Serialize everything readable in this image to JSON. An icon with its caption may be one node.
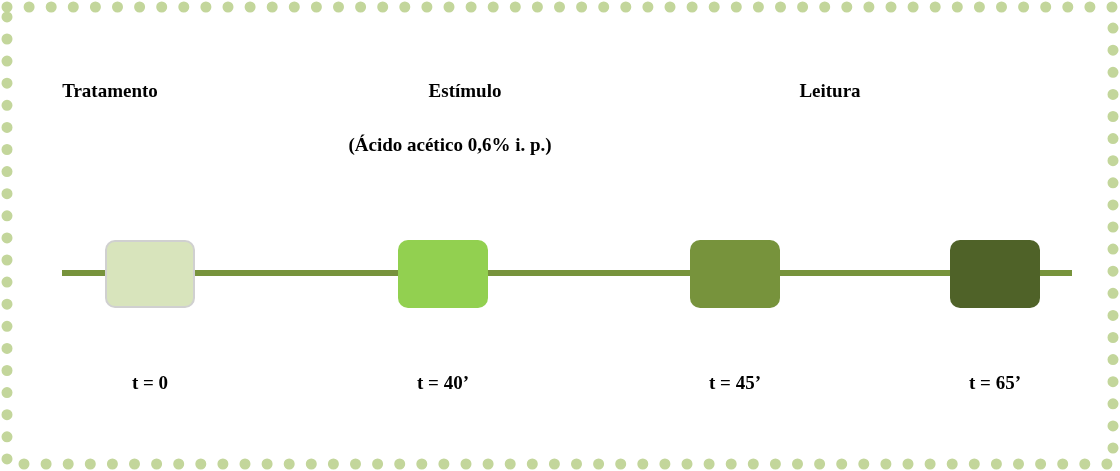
{
  "diagram": {
    "nodes": [
      {
        "text": [],
        "shape": "box",
        "beside": [
          "t = 0"
        ]
      },
      {
        "text": [],
        "shape": "box",
        "beside": [
          "t = 40’"
        ]
      },
      {
        "text": [],
        "shape": "box",
        "beside": [
          "t = 45’"
        ]
      },
      {
        "text": [],
        "shape": "box",
        "beside": [
          "t = 65’"
        ]
      }
    ],
    "labels": [
      "Tratamento",
      "Estímulo",
      "Leitura",
      "(Ácido acético 0,6% i. p.)"
    ]
  }
}
